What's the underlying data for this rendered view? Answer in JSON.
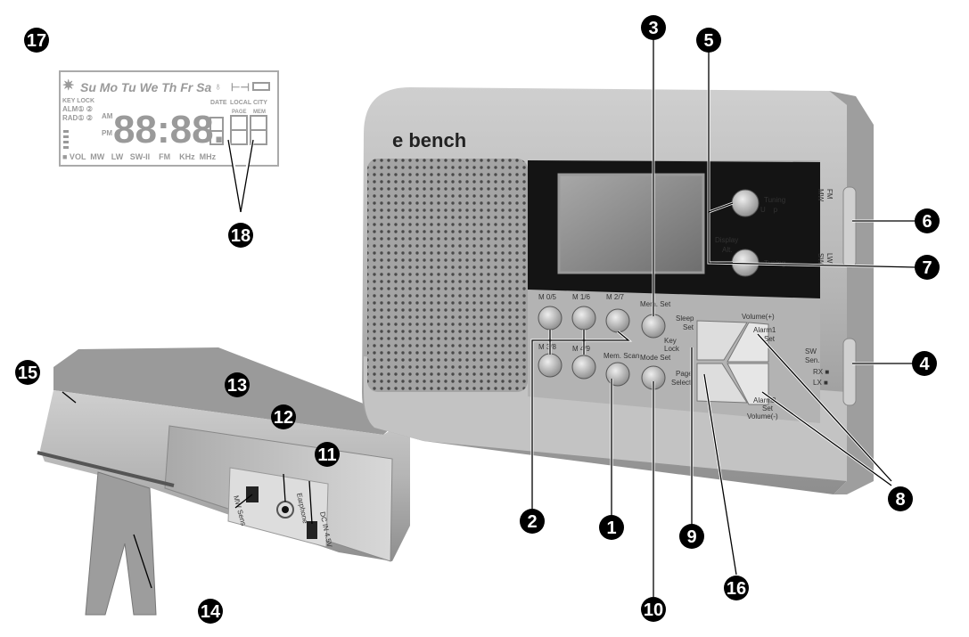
{
  "lcd": {
    "days": "Su Mo Tu We Th Fr Sa",
    "key_lock": "KEY LOCK",
    "alm": "ALM① ②",
    "rad": "RAD① ②",
    "am": "AM",
    "pm": "PM",
    "digits": "88:88.",
    "date": "DATE",
    "local": "LOCAL",
    "city": "CITY",
    "page": "PAGE",
    "mem": "MEM",
    "bands": "■ VOL  MW   LW   SW-II    FM    KHz  MHz"
  },
  "radio": {
    "brand": "e bench",
    "tuning_up_1": "Tuning",
    "tuning_up_2": "U    p",
    "display_1": "Display",
    "display_2": "Alt.",
    "tuning_down": "Tuning",
    "btn_m05": "M 0/5",
    "btn_m16": "M 1/6",
    "btn_m27": "M 2/7",
    "btn_memset": "Mem. Set",
    "btn_m38": "M 3/8",
    "btn_m49": "M 4/9",
    "btn_memscan": "Mem. Scan",
    "btn_modeset": "Mode Set",
    "sleep_set_1": "Sleep",
    "sleep_set_2": "Set",
    "key_lock_1": "Key",
    "key_lock_2": "Lock",
    "page_select_1": "Page",
    "page_select_2": "Select",
    "vol_plus": "Volume(+)",
    "alarm1_1": "Alarm1",
    "alarm1_2": "Set",
    "alarm2_1": "Alarm2",
    "alarm2_2": "Set",
    "vol_minus": "Volume(-)",
    "band_mw": "MW",
    "band_fm": "FM",
    "band_sw": "SW",
    "band_lw": "LW",
    "sw_sen_1": "SW",
    "sw_sen_2": "Sen.",
    "rx": "RX ■",
    "lx": "LX ■"
  },
  "side": {
    "mw_sens": "MW Sens",
    "earphone": "Earphone",
    "dc_in": "DC IN 4.5V"
  },
  "callouts": [
    "1",
    "2",
    "3",
    "4",
    "5",
    "6",
    "7",
    "8",
    "9",
    "10",
    "11",
    "12",
    "13",
    "14",
    "15",
    "16",
    "17",
    "18"
  ]
}
